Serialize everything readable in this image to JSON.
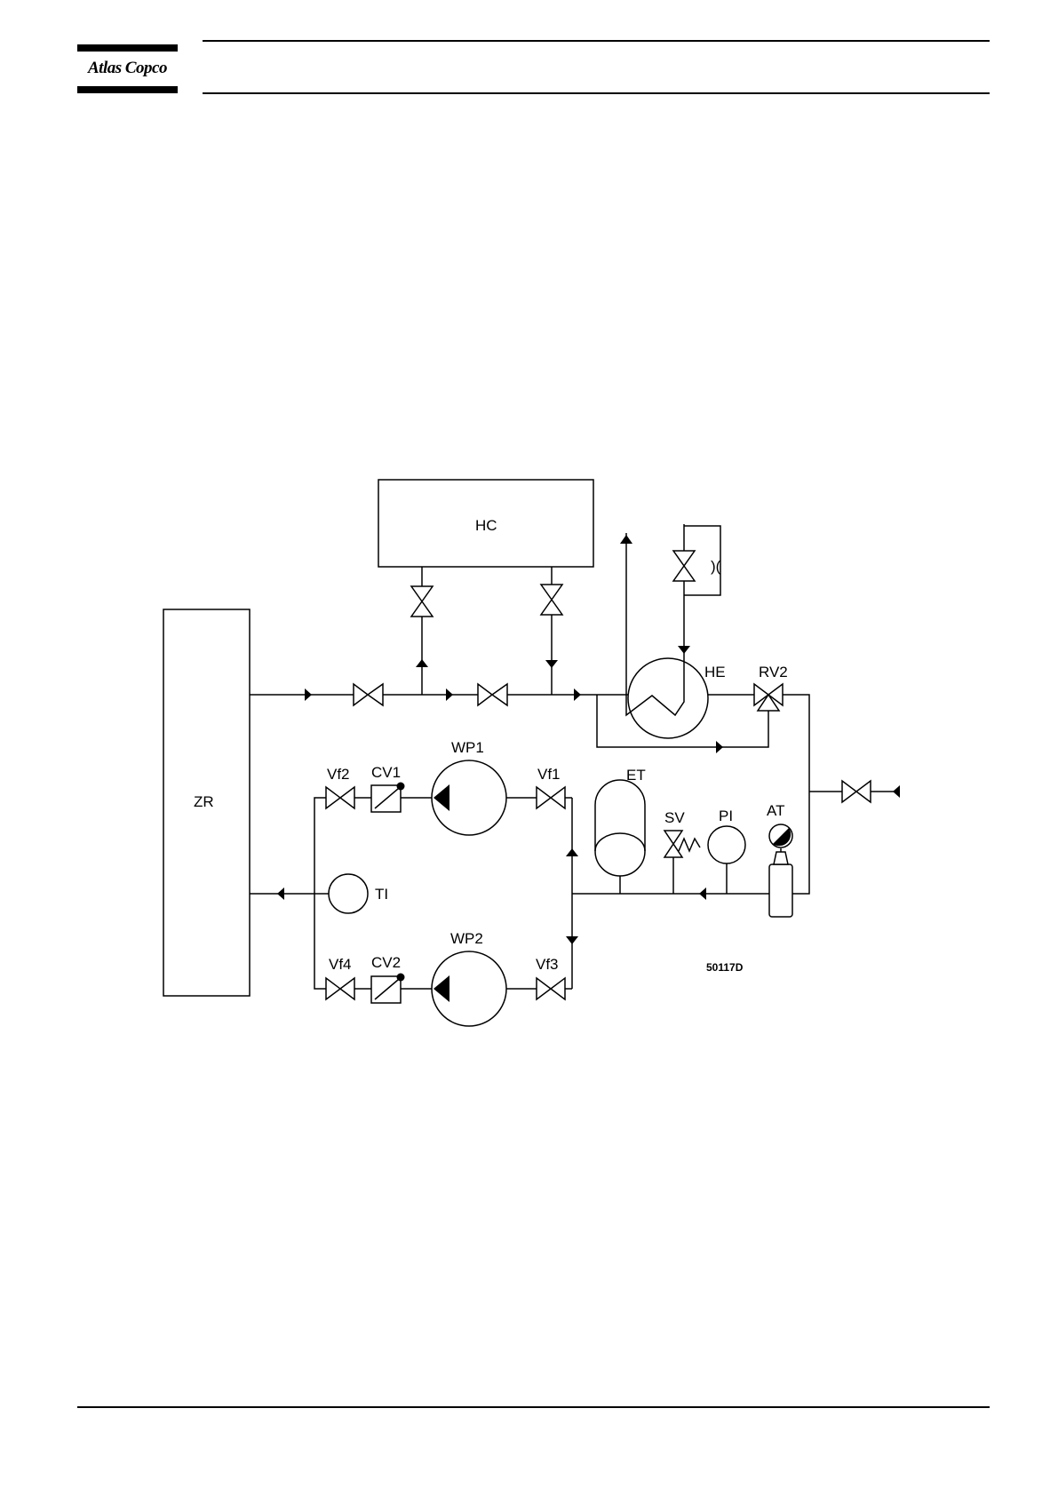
{
  "header": {
    "logo_text": "Atlas Copco"
  },
  "diagram": {
    "components": {
      "zr": "ZR",
      "hc": "HC",
      "he": "HE",
      "rv2": "RV2",
      "wp1": "WP1",
      "wp2": "WP2",
      "vf1": "Vf1",
      "vf2": "Vf2",
      "vf3": "Vf3",
      "vf4": "Vf4",
      "cv1": "CV1",
      "cv2": "CV2",
      "et": "ET",
      "sv": "SV",
      "pi": "PI",
      "at": "AT",
      "ti": "TI",
      "orifice": ")("
    },
    "figure_code": "50117D"
  }
}
